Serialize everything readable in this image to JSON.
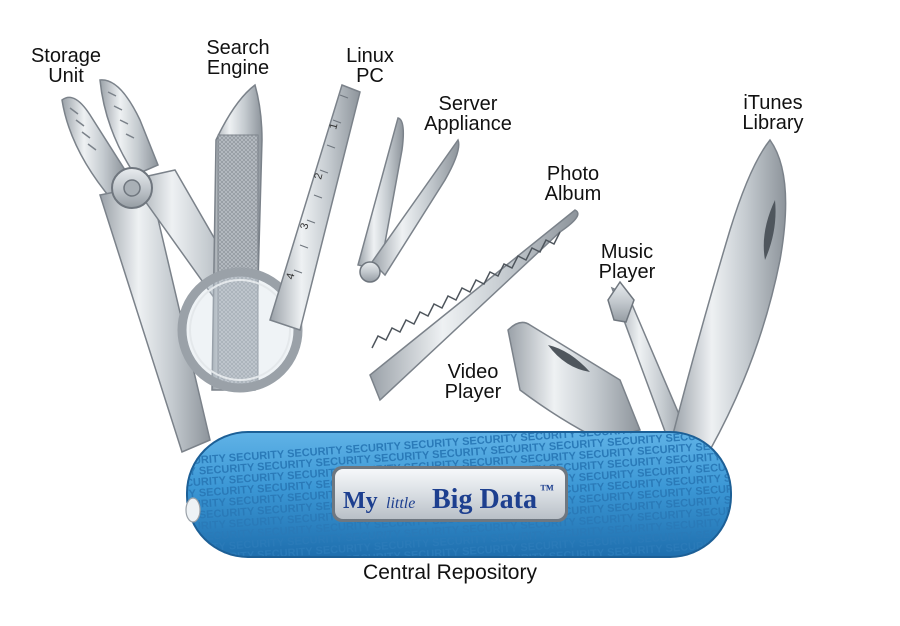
{
  "labels": {
    "storage_unit": [
      "Storage",
      "Unit"
    ],
    "search_engine": [
      "Search",
      "Engine"
    ],
    "linux_pc": [
      "Linux",
      "PC"
    ],
    "server_appliance": [
      "Server",
      "Appliance"
    ],
    "photo_album": [
      "Photo",
      "Album"
    ],
    "music_player": [
      "Music",
      "Player"
    ],
    "itunes_library": [
      "iTunes",
      "Library"
    ],
    "video_player": [
      "Video",
      "Player"
    ],
    "central_repository": "Central Repository"
  },
  "ruler_marks": [
    "1",
    "2",
    "3",
    "4"
  ],
  "badge": {
    "my": "My",
    "little": "little",
    "big_data": "Big Data",
    "tm": "™"
  },
  "pattern_word": "SECURITY",
  "colors": {
    "handle_blue": "#3f9bd8",
    "steel": "#c9ced3",
    "badge_text": "#1d3f8f"
  }
}
